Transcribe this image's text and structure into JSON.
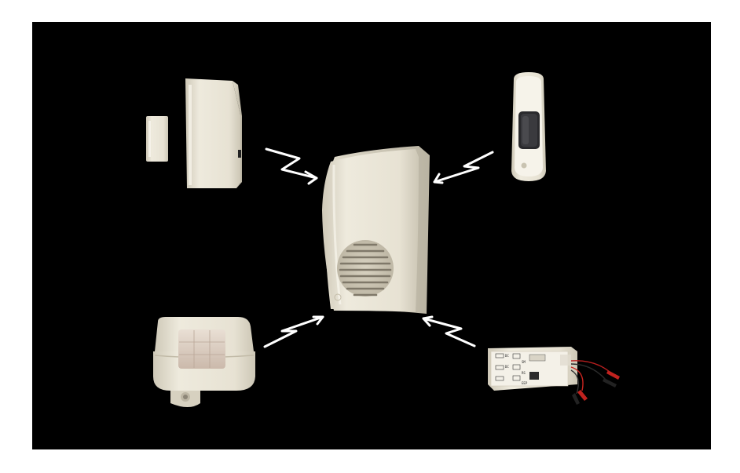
{
  "scene": {
    "background": "#000000",
    "device_color": "#ece7d8",
    "arrow_color": "#ffffff"
  },
  "devices": {
    "center": {
      "name": "wireless-chime-receiver",
      "icon": "speaker-grille"
    },
    "top_left": {
      "name": "door-window-contact-sensor"
    },
    "top_right": {
      "name": "wireless-doorbell-push-button"
    },
    "bottom_left": {
      "name": "pir-motion-detector"
    },
    "bottom_right": {
      "name": "wired-interface-transmitter-module"
    }
  },
  "transmitter_labels": [
    "DC",
    "DC",
    "SM",
    "RS",
    "EEP"
  ]
}
